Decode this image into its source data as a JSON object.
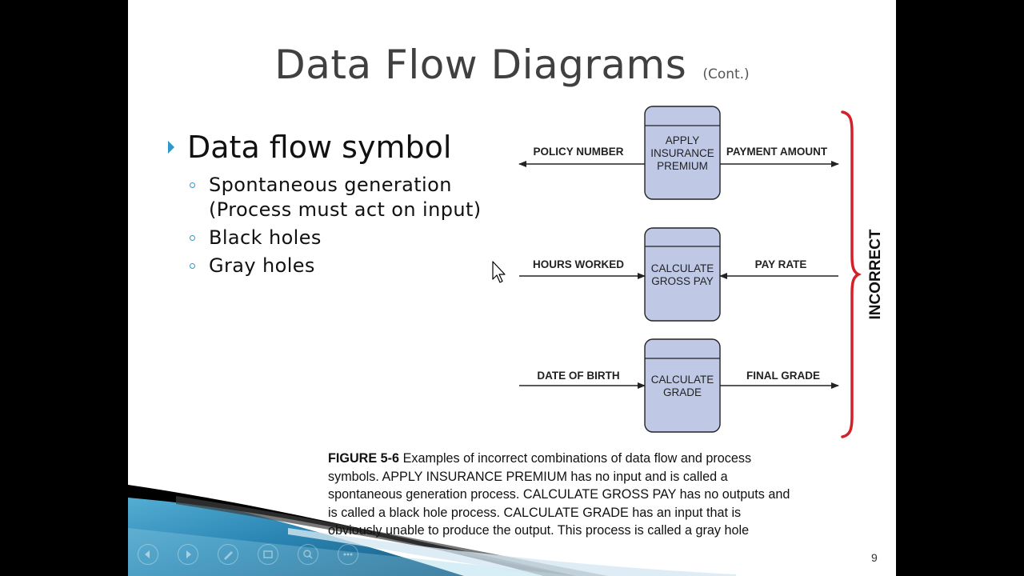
{
  "slide": {
    "title": "Data Flow Diagrams",
    "title_suffix": "(Cont.)",
    "page_number": "9"
  },
  "bullets": {
    "main": "Data flow symbol",
    "sub": [
      {
        "line1": "Spontaneous generation",
        "line2": "(Process must act on input)"
      },
      {
        "line1": "Black holes",
        "line2": ""
      },
      {
        "line1": "Gray holes",
        "line2": ""
      }
    ]
  },
  "diagram": {
    "processes": [
      {
        "lines": [
          "APPLY",
          "INSURANCE",
          "PREMIUM"
        ],
        "left_flow": "POLICY NUMBER",
        "right_flow": "PAYMENT AMOUNT"
      },
      {
        "lines": [
          "CALCULATE",
          "GROSS PAY"
        ],
        "left_flow": "HOURS WORKED",
        "right_flow": "PAY RATE"
      },
      {
        "lines": [
          "CALCULATE",
          "GRADE"
        ],
        "left_flow": "DATE OF BIRTH",
        "right_flow": "FINAL GRADE"
      }
    ],
    "bracket_label": "INCORRECT",
    "colors": {
      "process_fill": "#bfc9e6",
      "bracket": "#d4202a",
      "line": "#222222"
    }
  },
  "caption": {
    "figure_label": "FIGURE 5-6",
    "lines": [
      "Examples of incorrect combinations of data flow and process",
      "symbols. APPLY INSURANCE PREMIUM has no input and is called a",
      "spontaneous generation process. CALCULATE GROSS PAY has no outputs and",
      "is called a black hole process. CALCULATE GRADE has an input that is",
      "obviously unable to produce the output. This process is called a gray hole"
    ]
  },
  "navigation": {
    "buttons": [
      "previous-icon",
      "next-icon",
      "pen-icon",
      "slides-icon",
      "zoom-icon",
      "more-icon"
    ]
  }
}
